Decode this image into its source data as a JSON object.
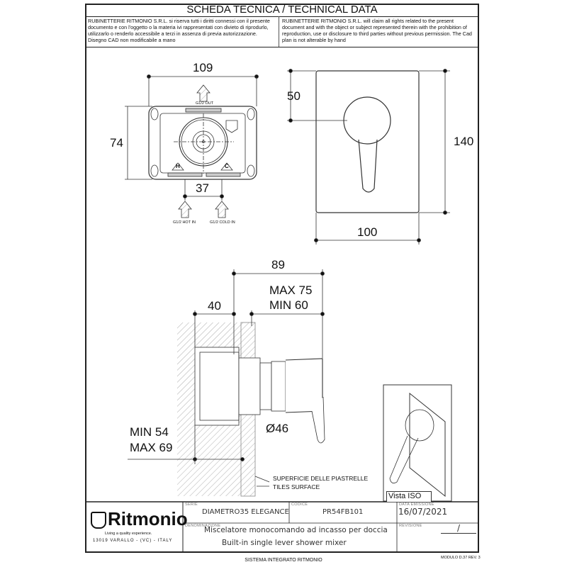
{
  "header": {
    "title": "SCHEDA TECNICA / TECHNICAL DATA",
    "disclaimer_it": "RUBINETTERIE RITMONIO S.R.L. si riserva tutti i diritti connessi con il presente documento e con l'oggetto o la materia ivi rappresentati con divieto di riprodurlo, utilizzarlo o renderlo accessibile a terzi in assenza di previa autorizzazione. Disegno CAD non modificabile a mano",
    "disclaimer_en": "RUBINETTERIE RITMONIO S.R.L. will claim all rights related to the present document and with the object or subject represented therein with the prohibition  of reproduction, use or disclosure to third parties without previous permission.  The Cad plan is not alterable by hand"
  },
  "box_view": {
    "width": "109",
    "height": "74",
    "inlet_spacing": "37",
    "out_label": "G1/2 OUT",
    "hot_label": "G1/2 HOT IN",
    "cold_label": "G1/2 COLD IN",
    "hot_mark": "H",
    "cold_mark": "C"
  },
  "front_view": {
    "handle_offset": "50",
    "height": "140",
    "width": "100"
  },
  "side_view": {
    "depth": "89",
    "box_depth": "40",
    "max_depth": "MAX 75",
    "min_depth": "MIN 60",
    "diameter": "Ø46",
    "min_wall": "MIN 54",
    "max_wall": "MAX 69",
    "tiles_it": "SUPERFICIE DELLE PIASTRELLE",
    "tiles_en": "TILES SURFACE",
    "iso_label": "Vista ISO"
  },
  "title_block": {
    "brand": "Ritmonio",
    "tagline": "Living a quality experience.",
    "address": "13019 VARALLO - (VC) - ITALY",
    "serie_label": "SERIE",
    "serie": "DIAMETRO35  ELEGANCE",
    "codice_label": "CODICE",
    "codice": "PR54FB101",
    "data_label": "DATA EMISSIONE",
    "data": "16/07/2021",
    "denominazione_label": "DENOMINAZIONE",
    "denominazione_it": "Miscelatore monocomando ad incasso per doccia",
    "denominazione_en": "Built-in single lever shower mixer",
    "revisione_label": "REVISIONE",
    "revisione": "/"
  },
  "footer": {
    "system": "SISTEMA INTEGRATO RITMONIO",
    "module": "MODULO D.37 REV. 3"
  }
}
